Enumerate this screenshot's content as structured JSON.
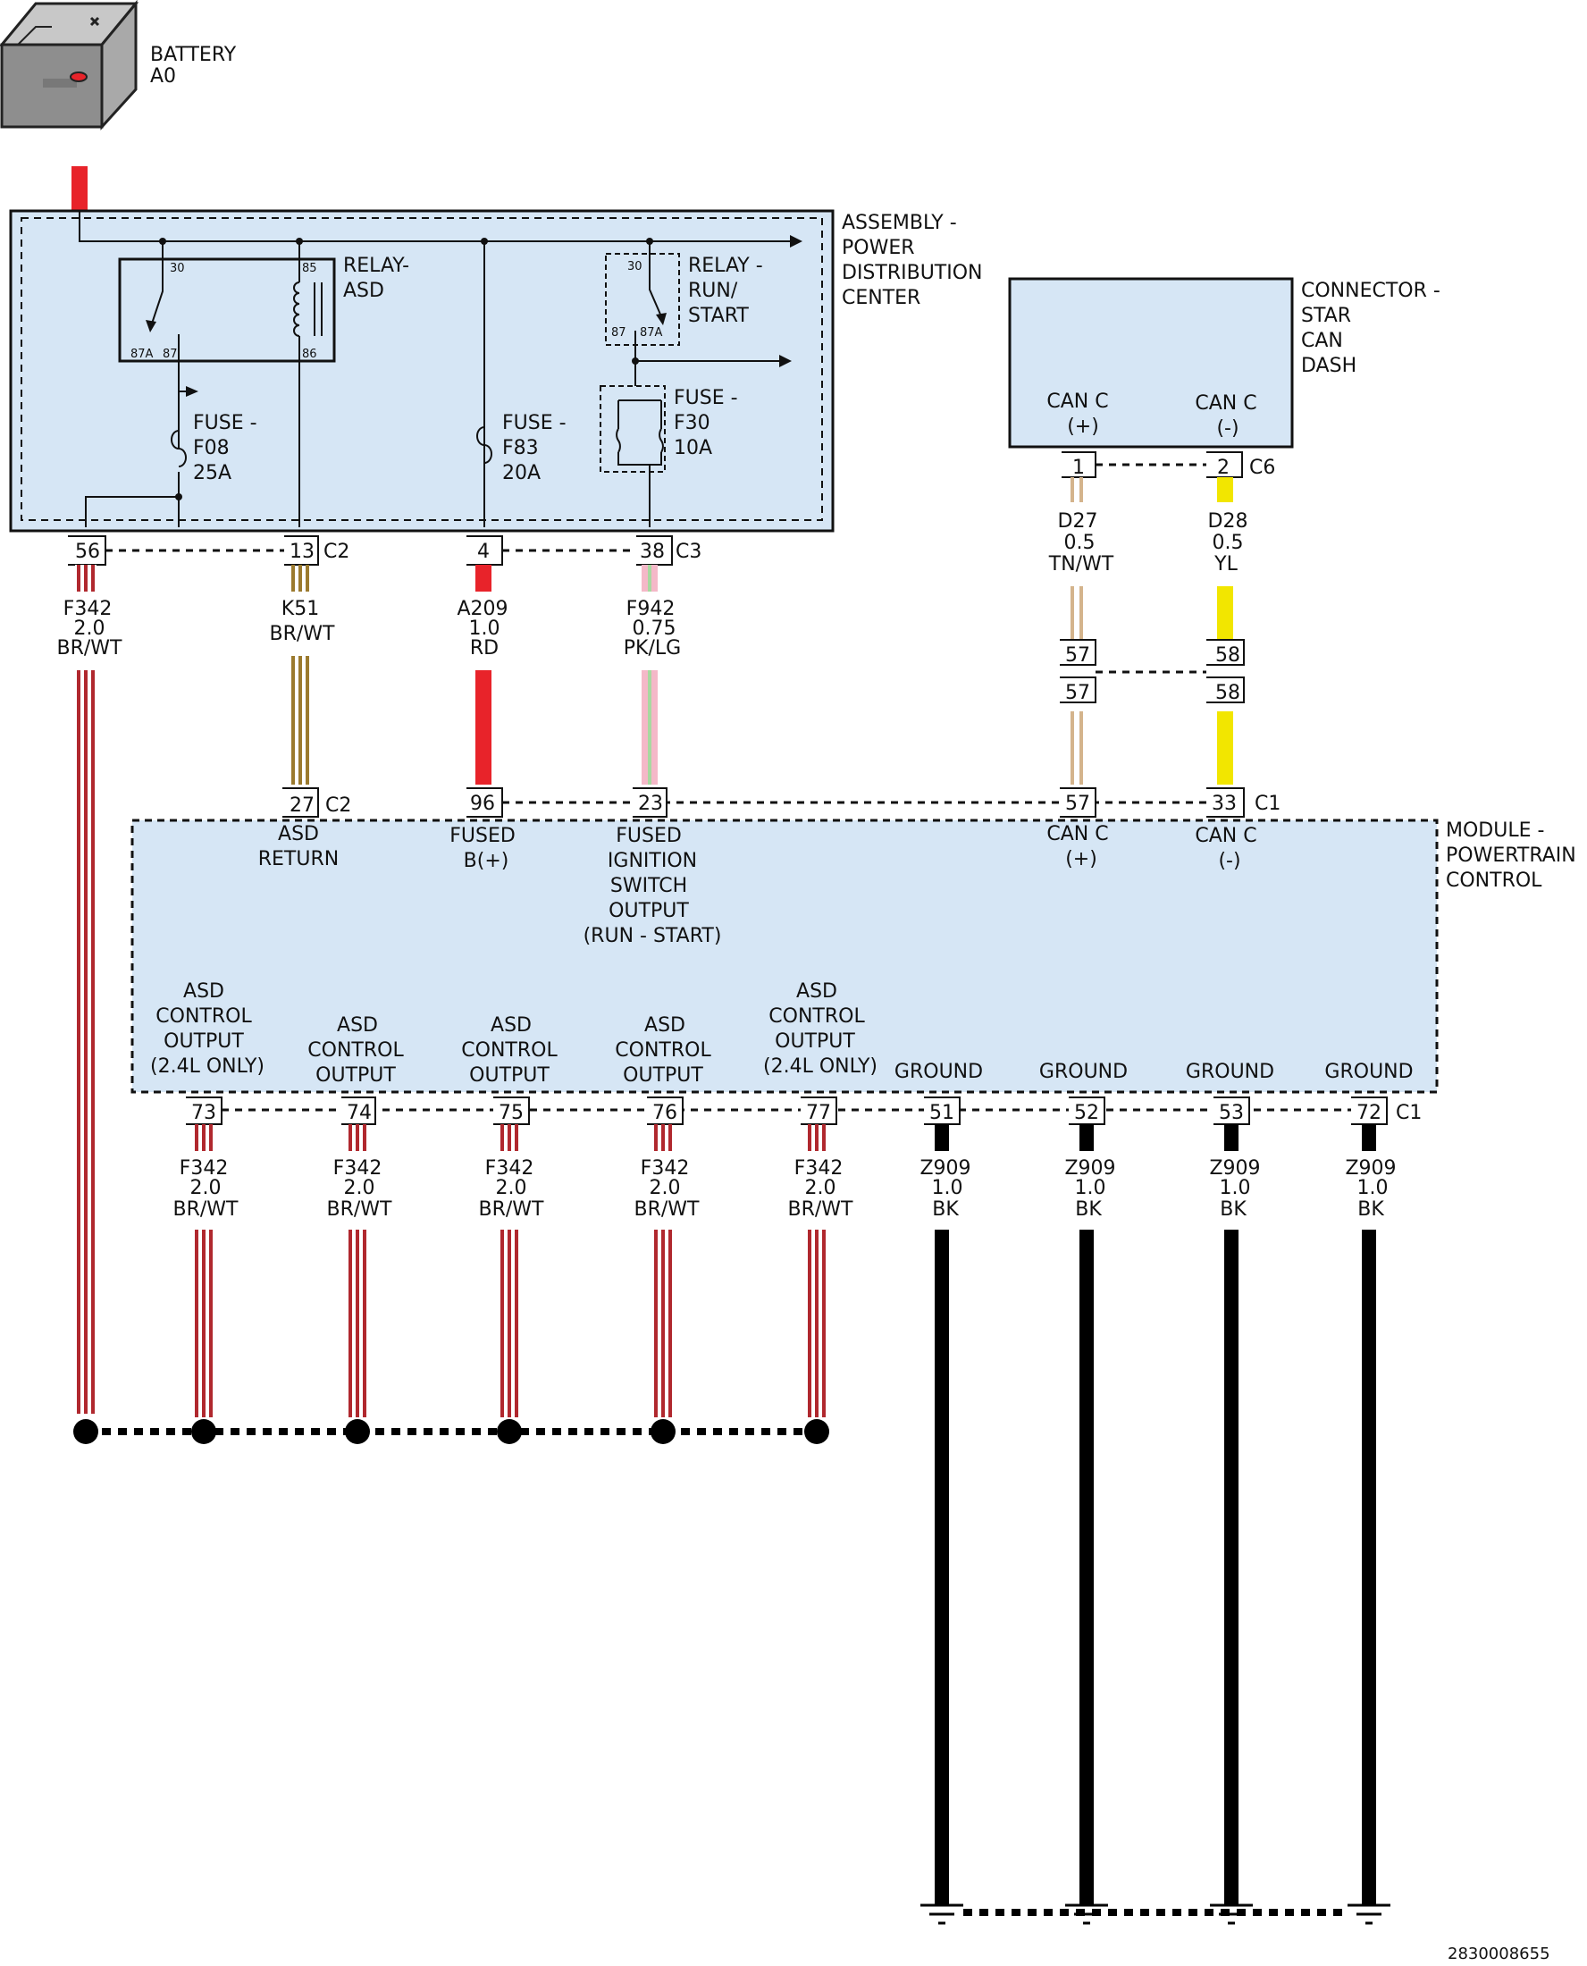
{
  "colors": {
    "box_fill": "#d6e6f5",
    "red": "#e8232a",
    "br_wt": "#b0282e",
    "brown_k51": "#9b7a2e",
    "tan": "#d4b48c",
    "yellow": "#f2e600",
    "pink": "#f4b8c8",
    "light_green": "#a8d8a0",
    "black": "#000000"
  },
  "battery": {
    "icon": "battery-icon",
    "name": "BATTERY",
    "id": "A0"
  },
  "pdc": {
    "title_lines": [
      "ASSEMBLY -",
      "POWER",
      "DISTRIBUTION",
      "CENTER"
    ],
    "relay_asd": {
      "label_lines": [
        "RELAY-",
        "ASD"
      ],
      "pins": [
        "30",
        "85",
        "87A",
        "87",
        "86"
      ]
    },
    "relay_run_start": {
      "label_lines": [
        "RELAY -",
        "RUN/",
        "START"
      ],
      "pins": [
        "30",
        "87",
        "87A"
      ]
    },
    "fuse_f08": {
      "label_lines": [
        "FUSE -",
        "F08",
        "25A"
      ]
    },
    "fuse_f83": {
      "label_lines": [
        "FUSE -",
        "F83",
        "20A"
      ]
    },
    "fuse_f30": {
      "label_lines": [
        "FUSE -",
        "F30",
        "10A"
      ]
    },
    "pins": [
      "56",
      "13",
      "4",
      "38"
    ],
    "connector_c2": "C2",
    "connector_c3": "C3"
  },
  "star_can": {
    "title_lines": [
      "CONNECTOR -",
      "STAR",
      "CAN",
      "DASH"
    ],
    "can_plus": [
      "CAN C",
      "(+)"
    ],
    "can_minus": [
      "CAN C",
      "(-)"
    ],
    "pins": [
      "1",
      "2"
    ],
    "connector": "C6"
  },
  "wires_upper": [
    {
      "lines": [
        "F342",
        "2.0",
        "BR/WT"
      ]
    },
    {
      "lines": [
        "K51",
        "BR/WT"
      ]
    },
    {
      "lines": [
        "A209",
        "1.0",
        "RD"
      ]
    },
    {
      "lines": [
        "F942",
        "0.75",
        "PK/LG"
      ]
    },
    {
      "lines": [
        "D27",
        "0.5",
        "TN/WT"
      ]
    },
    {
      "lines": [
        "D28",
        "0.5",
        "YL"
      ]
    }
  ],
  "inline_pins": [
    "57",
    "58",
    "57",
    "58"
  ],
  "pcm": {
    "title_lines": [
      "MODULE -",
      "POWERTRAIN",
      "CONTROL"
    ],
    "top_pins": [
      "27",
      "96",
      "23",
      "57",
      "33"
    ],
    "top_connector_c2": "C2",
    "top_connector_c1": "C1",
    "top_labels": [
      [
        "ASD",
        "RETURN"
      ],
      [
        "FUSED",
        "B(+)"
      ],
      [
        "FUSED",
        "IGNITION",
        "SWITCH",
        "OUTPUT",
        "(RUN - START)"
      ],
      [
        "CAN C",
        "(+)"
      ],
      [
        "CAN C",
        "(-)"
      ]
    ],
    "bottom_labels": [
      [
        "ASD",
        "CONTROL",
        "OUTPUT",
        "(2.4L ONLY)"
      ],
      [
        "ASD",
        "CONTROL",
        "OUTPUT"
      ],
      [
        "ASD",
        "CONTROL",
        "OUTPUT"
      ],
      [
        "ASD",
        "CONTROL",
        "OUTPUT"
      ],
      [
        "ASD",
        "CONTROL",
        "OUTPUT",
        "(2.4L ONLY)"
      ],
      [
        "GROUND"
      ],
      [
        "GROUND"
      ],
      [
        "GROUND"
      ],
      [
        "GROUND"
      ]
    ],
    "bottom_pins": [
      "73",
      "74",
      "75",
      "76",
      "77",
      "51",
      "52",
      "53",
      "72"
    ],
    "bottom_connector": "C1"
  },
  "wires_lower": [
    [
      "F342",
      "2.0",
      "BR/WT"
    ],
    [
      "F342",
      "2.0",
      "BR/WT"
    ],
    [
      "F342",
      "2.0",
      "BR/WT"
    ],
    [
      "F342",
      "2.0",
      "BR/WT"
    ],
    [
      "F342",
      "2.0",
      "BR/WT"
    ],
    [
      "Z909",
      "1.0",
      "BK"
    ],
    [
      "Z909",
      "1.0",
      "BK"
    ],
    [
      "Z909",
      "1.0",
      "BK"
    ],
    [
      "Z909",
      "1.0",
      "BK"
    ]
  ],
  "figure_id": "2830008655"
}
